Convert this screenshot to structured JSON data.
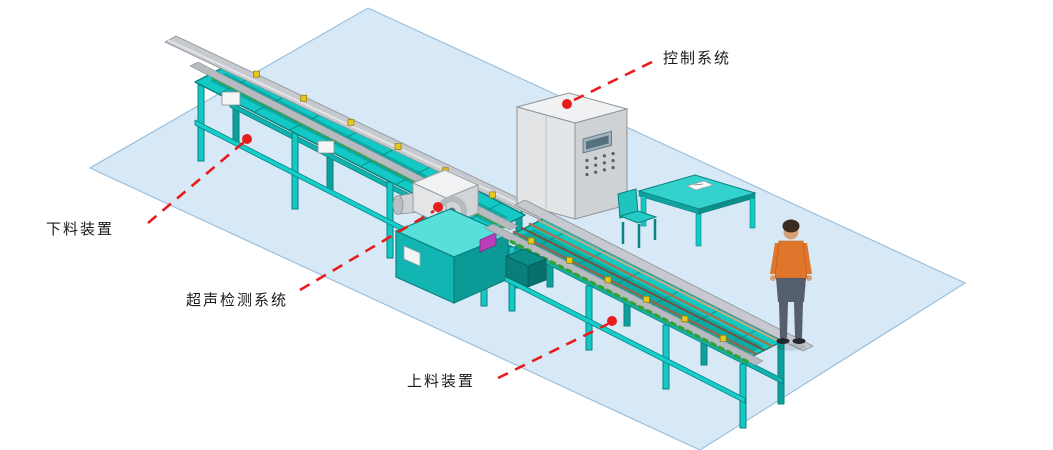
{
  "diagram": {
    "kind": "isometric-equipment-illustration",
    "description_visible_parts": [
      "unloading-conveyor",
      "ultrasonic-detection-unit",
      "loading-conveyor",
      "control-cabinet",
      "operator-table",
      "chair",
      "operator-person",
      "floor"
    ]
  },
  "labels": {
    "control_system": "控制系统",
    "unloading_device": "下料装置",
    "ultrasonic_system": "超声检测系统",
    "loading_device": "上料装置"
  },
  "colors": {
    "floor": "#d7e9f7",
    "machine_teal": "#12c9c5",
    "machine_teal_dark": "#0c9a96",
    "leader_red": "#e81c1c",
    "rail_gray": "#c6cacf",
    "pipe_brown": "#7b5b41",
    "chain_green": "#2fa52f",
    "clamp_yellow": "#e6c81e",
    "cabinet_gray": "#e2e4e6",
    "shirt_orange": "#e0762c",
    "pants_gray": "#555e6b"
  }
}
